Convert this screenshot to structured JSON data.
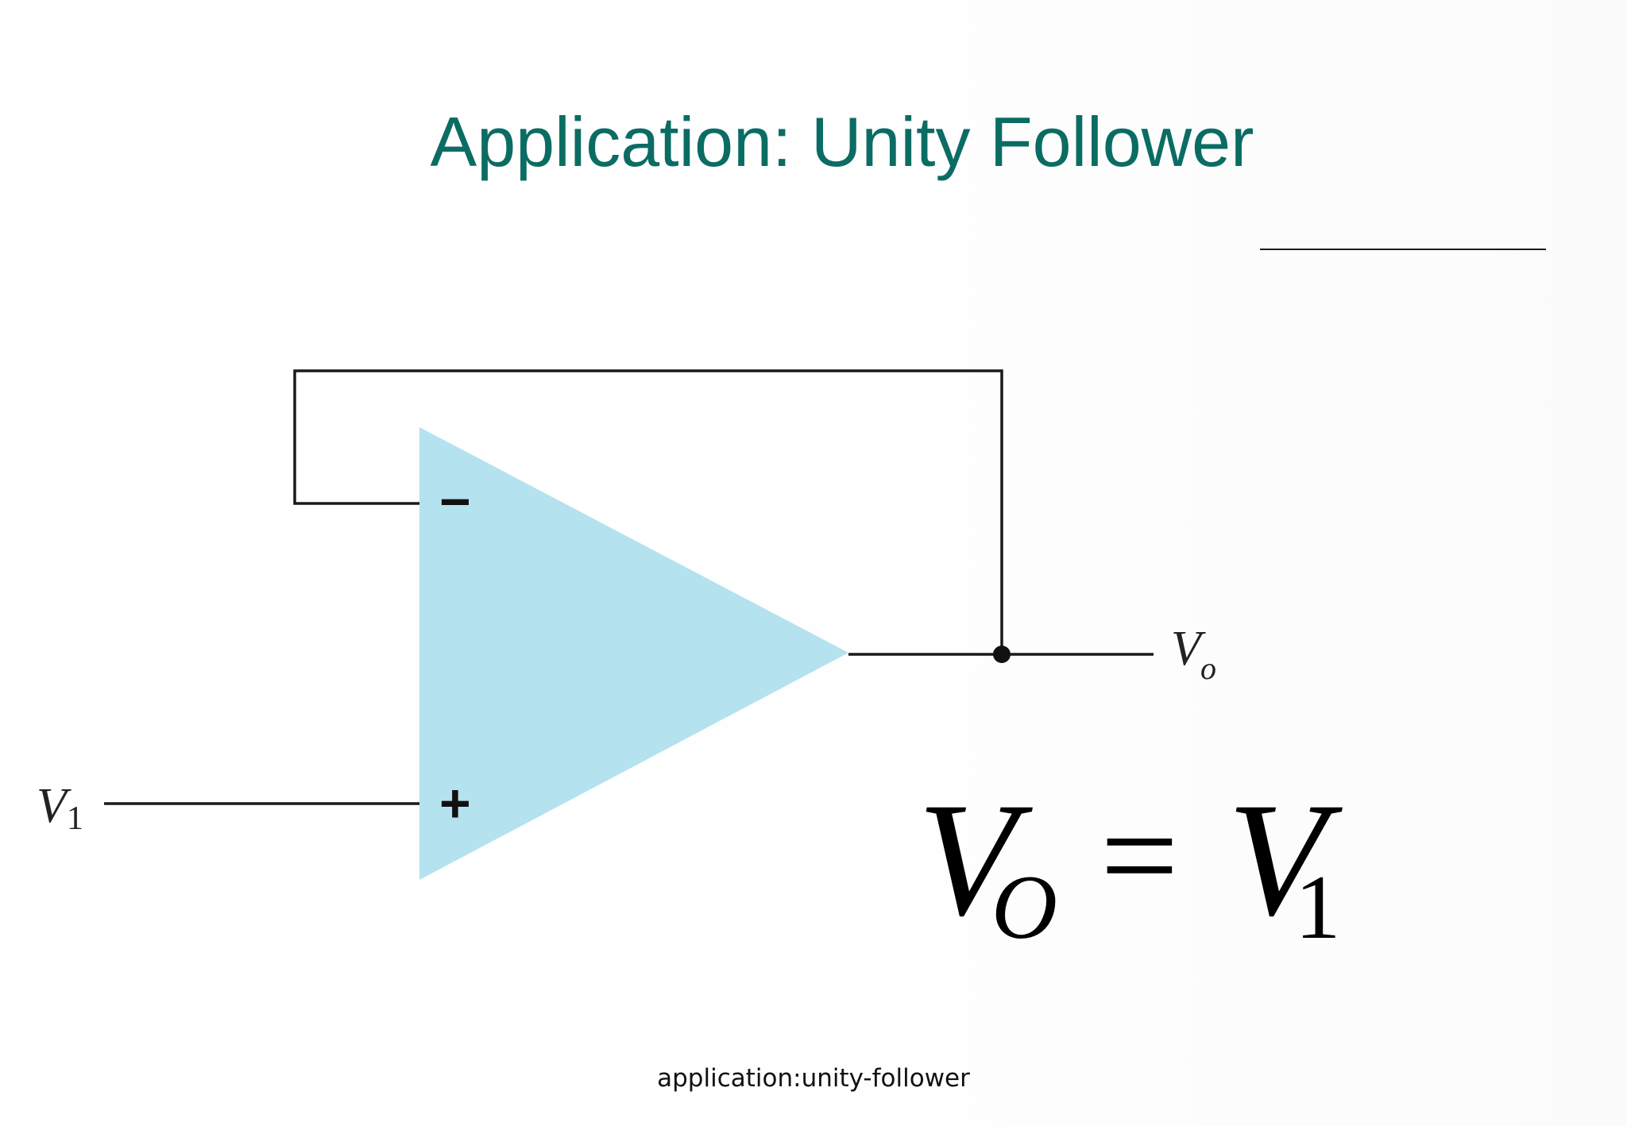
{
  "slide": {
    "title": "Application: Unity Follower",
    "caption": "application:unity-follower"
  },
  "circuit": {
    "inverting_sign": "−",
    "noninverting_sign": "+",
    "input_label": {
      "main": "V",
      "sub": "1"
    },
    "output_label": {
      "main": "V",
      "sub": "o"
    },
    "opamp_fill": "#b4e2ee",
    "wire_color": "#1a1a1a"
  },
  "equation": {
    "lhs_main": "V",
    "lhs_sub": "O",
    "operator": "=",
    "rhs_main": "V",
    "rhs_sub": "1"
  },
  "colors": {
    "title": "#0b6c64",
    "background": "#ffffff"
  }
}
